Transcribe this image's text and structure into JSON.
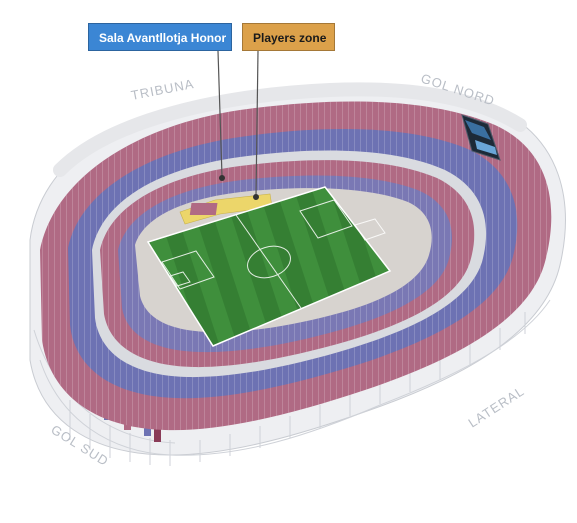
{
  "callouts": {
    "honor": {
      "label": "Sala Avantllotja Honor",
      "color": "#3b86d4"
    },
    "players": {
      "label": "Players zone",
      "color": "#dca14a"
    }
  },
  "stands": {
    "top_left": "TRIBUNA",
    "top_right": "GOL NORD",
    "bottom_left": "GOL SUD",
    "bottom_right": "LATERAL"
  },
  "colors": {
    "seat_red": "#b06a84",
    "seat_blue": "#6d72b3",
    "pitch": "#3d8a3a",
    "players_zone": "#ecd66a",
    "concrete": "#e9e9ec"
  },
  "icons": [
    "scoreboard-icon"
  ]
}
